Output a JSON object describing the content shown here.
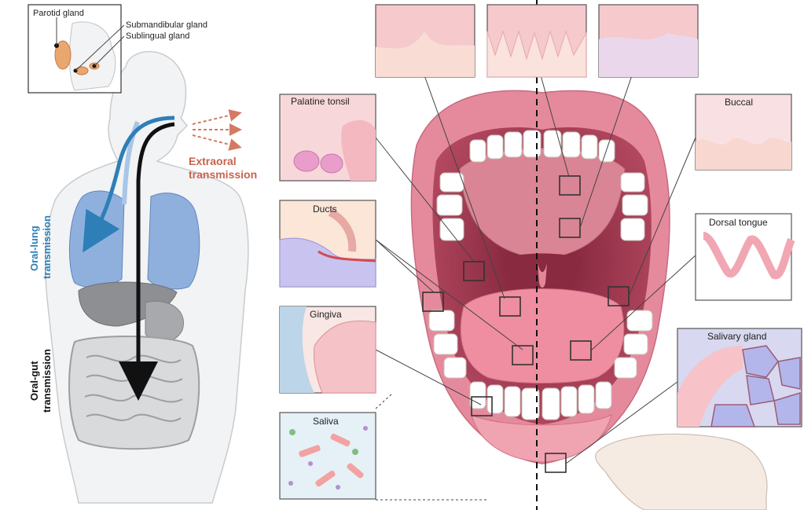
{
  "inset": {
    "parotid_label": "Parotid gland",
    "submandibular_label": "Submandibular gland",
    "sublingual_label": "Sublingual gland"
  },
  "transmission": {
    "extraoral_line1": "Extraoral",
    "extraoral_line2": "transmission",
    "oral_lung_line1": "Oral-lung",
    "oral_lung_line2": "transmission",
    "oral_gut_line1": "Oral-gut",
    "oral_gut_line2": "transmission"
  },
  "panels": {
    "palatine_tonsil": "Palatine tonsil",
    "ducts": "Ducts",
    "gingiva": "Gingiva",
    "saliva": "Saliva",
    "buccal": "Buccal",
    "dorsal_tongue": "Dorsal tongue",
    "salivary_gland": "Salivary gland"
  },
  "colors": {
    "lung_blue": "#8fb0dd",
    "arrow_blue": "#2e7fb8",
    "tissue_pink": "#f3c3c8",
    "lip_pink": "#e58a9c",
    "extraoral_red": "#c9634f"
  }
}
